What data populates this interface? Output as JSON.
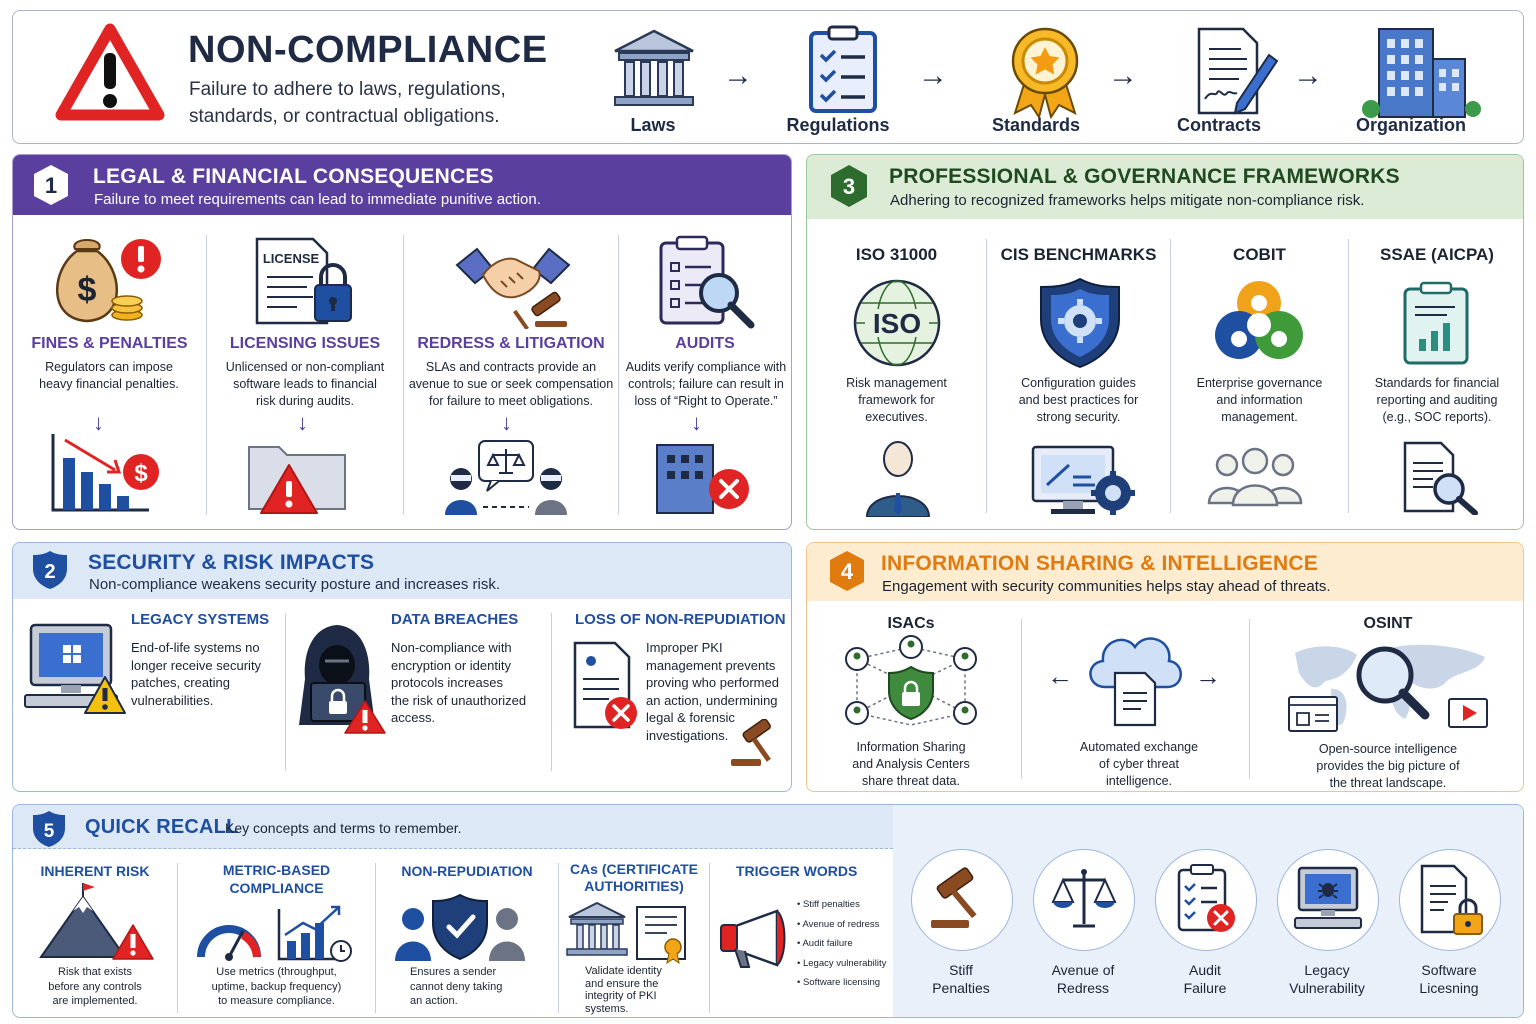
{
  "header": {
    "title": "NON-COMPLIANCE",
    "subtitle_line1": "Failure to adhere to laws, regulations,",
    "subtitle_line2": "standards, or contractual obligations.",
    "flow": [
      {
        "label": "Laws",
        "icon": "bank-building-icon"
      },
      {
        "label": "Regulations",
        "icon": "checklist-clipboard-icon"
      },
      {
        "label": "Standards",
        "icon": "award-medal-icon"
      },
      {
        "label": "Contracts",
        "icon": "signed-contract-icon"
      },
      {
        "label": "Organization",
        "icon": "office-buildings-icon"
      }
    ]
  },
  "sections": {
    "legal": {
      "number": "1",
      "title": "LEGAL & FINANCIAL CONSEQUENCES",
      "subtitle": "Failure to meet requirements can lead to immediate punitive action.",
      "color": "#5b3f9e",
      "items": [
        {
          "title": "FINES & PENALTIES",
          "desc": [
            "Regulators can impose",
            "heavy financial penalties."
          ]
        },
        {
          "title": "LICENSING ISSUES",
          "desc": [
            "Unlicensed or non-compliant",
            "software leads to financial",
            "risk during audits."
          ],
          "doc_label": "LICENSE"
        },
        {
          "title": "REDRESS & LITIGATION",
          "desc": [
            "SLAs and contracts provide an",
            "avenue to sue or seek compensation",
            "for failure to meet obligations."
          ]
        },
        {
          "title": "AUDITS",
          "desc": [
            "Audits verify compliance with",
            "controls; failure can result in",
            "loss of “Right to Operate.”"
          ]
        }
      ]
    },
    "security": {
      "number": "2",
      "title": "SECURITY & RISK IMPACTS",
      "subtitle": "Non-compliance weakens security posture and increases risk.",
      "color": "#1f4fa0",
      "items": [
        {
          "title": "LEGACY SYSTEMS",
          "desc": [
            "End-of-life systems no",
            "longer receive security",
            "patches, creating",
            "vulnerabilities."
          ]
        },
        {
          "title": "DATA BREACHES",
          "desc": [
            "Non-compliance with",
            "encryption or identity",
            "protocols increases",
            "the risk of unauthorized",
            "access."
          ]
        },
        {
          "title": "LOSS OF NON-REPUDIATION",
          "desc": [
            "Improper PKI",
            "management prevents",
            "proving who performed",
            "an action, undermining",
            "legal & forensic",
            "investigations."
          ]
        }
      ]
    },
    "frameworks": {
      "number": "3",
      "title": "PROFESSIONAL & GOVERNANCE FRAMEWORKS",
      "subtitle": "Adhering to recognized frameworks helps mitigate non-compliance risk.",
      "color": "#2e6b2e",
      "items": [
        {
          "title": "ISO 31000",
          "desc": [
            "Risk management",
            "framework for",
            "executives."
          ],
          "globe_text": "ISO"
        },
        {
          "title": "CIS BENCHMARKS",
          "desc": [
            "Configuration guides",
            "and best practices for",
            "strong security."
          ]
        },
        {
          "title": "COBIT",
          "desc": [
            "Enterprise governance",
            "and information",
            "management."
          ]
        },
        {
          "title": "SSAE (AICPA)",
          "desc": [
            "Standards for financial",
            "reporting and auditing",
            "(e.g., SOC reports)."
          ]
        }
      ]
    },
    "sharing": {
      "number": "4",
      "title": "INFORMATION SHARING & INTELLIGENCE",
      "subtitle": "Engagement with security communities helps stay ahead of threats.",
      "color": "#e07b10",
      "items": [
        {
          "title": "ISACs",
          "desc": [
            "Information Sharing",
            "and Analysis Centers",
            "share threat data."
          ]
        },
        {
          "title": "",
          "desc": [
            "Automated exchange",
            "of cyber threat",
            "intelligence."
          ]
        },
        {
          "title": "OSINT",
          "desc": [
            "Open-source intelligence",
            "provides the big picture of",
            "the threat landscape."
          ]
        }
      ]
    },
    "recall": {
      "number": "5",
      "title": "QUICK RECALL",
      "subtitle": "Key concepts and terms to remember.",
      "color": "#1f4fa0",
      "concepts": [
        {
          "title": [
            "INHERENT RISK"
          ],
          "desc": [
            "Risk that exists",
            "before any controls",
            "are implemented."
          ]
        },
        {
          "title": [
            "METRIC-BASED",
            "COMPLIANCE"
          ],
          "desc": [
            "Use metrics (throughput,",
            "uptime, backup frequency)",
            "to measure compliance."
          ]
        },
        {
          "title": [
            "NON-REPUDIATION"
          ],
          "desc": [
            "Ensures a sender",
            "cannot deny taking",
            "an action."
          ]
        },
        {
          "title": [
            "CAs (CERTIFICATE",
            "AUTHORITIES)"
          ],
          "desc": [
            "Validate identity",
            "and ensure the",
            "integrity of PKI",
            "systems."
          ]
        },
        {
          "title": [
            "TRIGGER WORDS"
          ],
          "desc": []
        }
      ],
      "trigger_words": [
        "Stiff penalties",
        "Avenue of redress",
        "Audit failure",
        "Legacy vulnerability",
        "Software licensing"
      ],
      "circles": [
        {
          "label": [
            "Stiff",
            "Penalties"
          ],
          "icon": "gavel-icon"
        },
        {
          "label": [
            "Avenue of",
            "Redress"
          ],
          "icon": "scales-icon"
        },
        {
          "label": [
            "Audit",
            "Failure"
          ],
          "icon": "failed-checklist-icon"
        },
        {
          "label": [
            "Legacy",
            "Vulnerability"
          ],
          "icon": "infected-computer-icon"
        },
        {
          "label": [
            "Software",
            "Licesning"
          ],
          "icon": "locked-document-icon"
        }
      ]
    }
  },
  "colors": {
    "purple": "#5b3f9e",
    "blue": "#1f4fa0",
    "green": "#2e6b2e",
    "orange": "#e07b10",
    "red": "#e02424",
    "gold": "#f2a516"
  }
}
